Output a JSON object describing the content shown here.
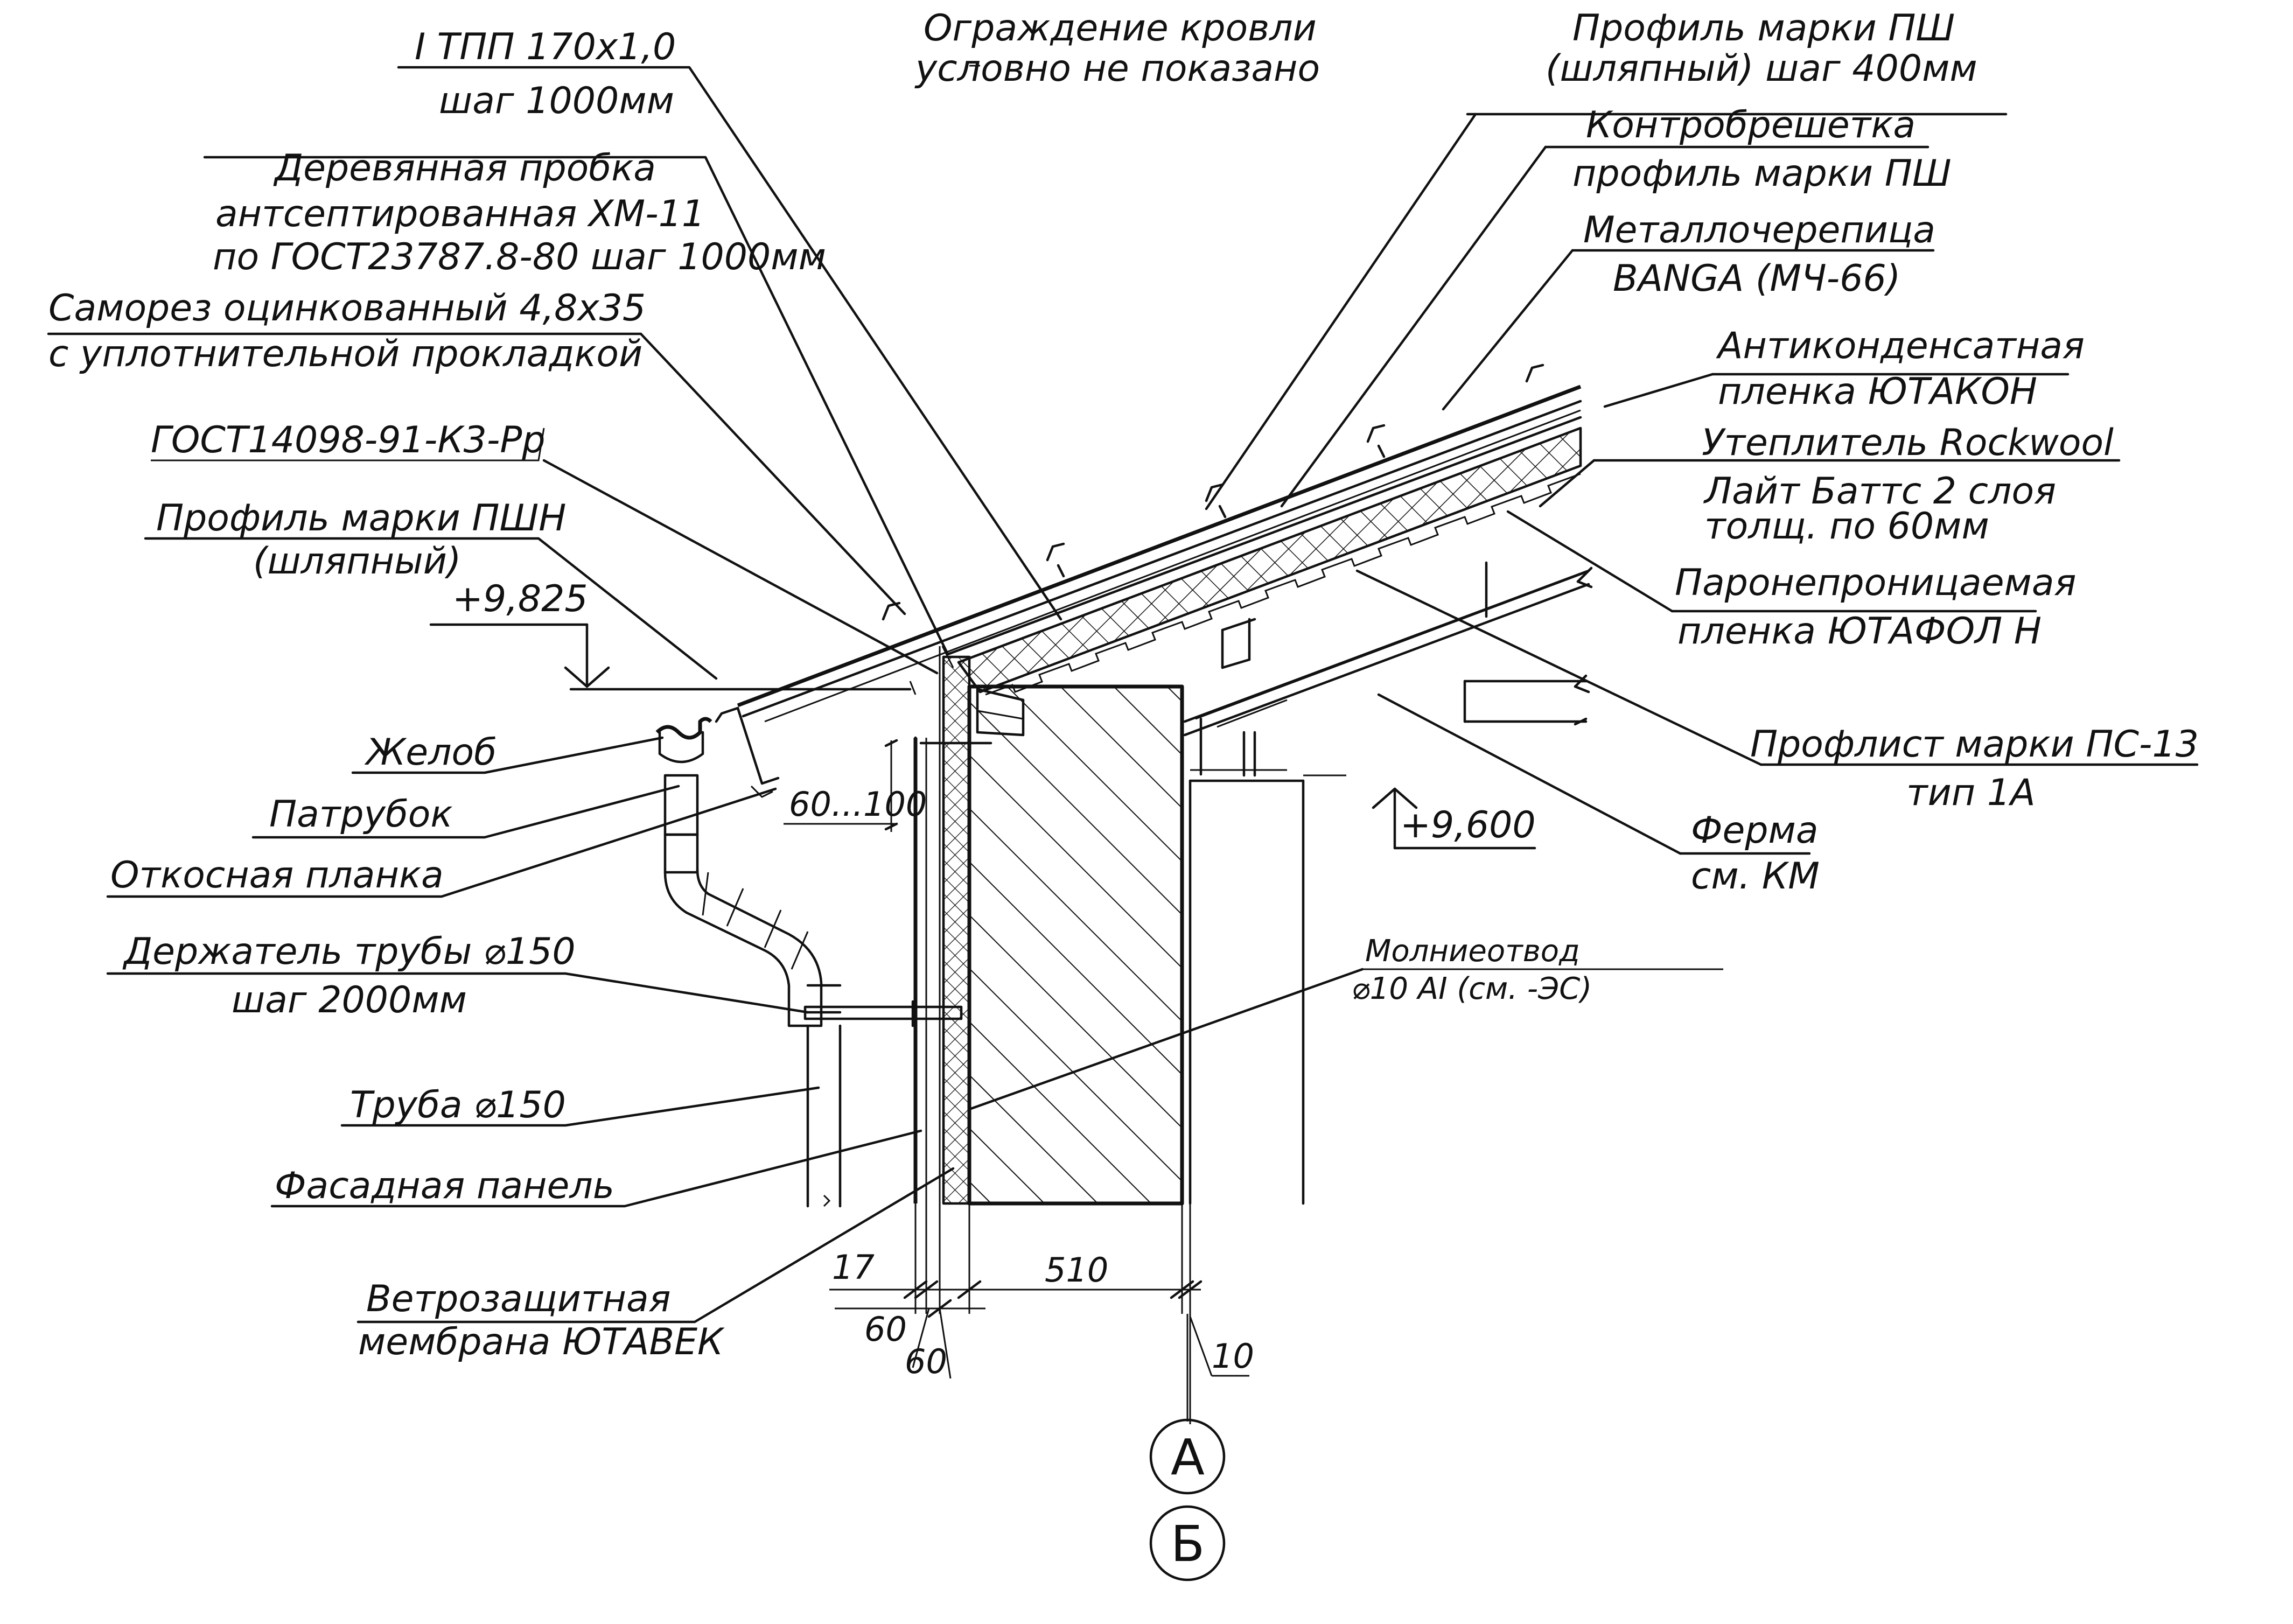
{
  "labels": {
    "tpp_title": "I ТПП 170х1,0",
    "tpp_step": "шаг 1000мм",
    "fence_line1": "Ограждение кровли",
    "fence_line2": "условно не показано",
    "profile_psh_line1": "Профиль марки ПШ",
    "profile_psh_line2": "(шляпный) шаг 400мм",
    "counter_batten_line1": "Контробрешетка",
    "counter_batten_line2": "профиль марки ПШ",
    "metal_tile_line1": "Металлочерепица",
    "metal_tile_line2": "BANGA (МЧ-66)",
    "anticond_line1": "Антиконденсатная",
    "anticond_line2": "пленка ЮТАКОН",
    "insulation_line1": "Утеплитель Rockwool",
    "insulation_line2": "Лайт Баттс 2 слоя",
    "insulation_line3": "толщ. по 60мм",
    "vapor_line1": "Паронепроницаемая",
    "vapor_line2": "пленка ЮТАФОЛ Н",
    "profsheet_line1": "Профлист марки ПС-13",
    "profsheet_line2": "тип 1А",
    "truss_line1": "Ферма",
    "truss_line2": "см. КМ",
    "wood_plug_line1": "Деревянная пробка",
    "wood_plug_line2": "антсептированная ХМ-11",
    "wood_plug_line3": "по ГОСТ23787.8-80  шаг 1000мм",
    "screw_line1": "Саморез оцинкованный 4,8х35",
    "screw_line2": "с уплотнительной прокладкой",
    "gost_rivet": "ГОСТ14098-91-К3-Рр",
    "profile_pshn_line1": "Профиль марки ПШН",
    "profile_pshn_line2": "(шляпный)",
    "gutter": "Желоб",
    "nozzle": "Патрубок",
    "slope_strip": "Откосная планка",
    "pipe_holder_line1": "Держатель трубы ⌀150",
    "pipe_holder_line2": "шаг 2000мм",
    "pipe": "Труба ⌀150",
    "facade_panel": "Фасадная панель",
    "windproof_line1": "Ветрозащитная",
    "windproof_line2": "мембрана ЮТАВЕК",
    "lightning_line1": "Молниеотвод",
    "lightning_line2": "⌀10 АI (см. -ЭС)"
  },
  "levels": {
    "upper": "+9,825",
    "lower": "+9,600"
  },
  "dimensions": {
    "gap": "60...100",
    "d17": "17",
    "d60a": "60",
    "d60b": "60",
    "d510": "510",
    "d10": "10"
  },
  "axes": {
    "axis_a": "А",
    "axis_b": "Б"
  }
}
